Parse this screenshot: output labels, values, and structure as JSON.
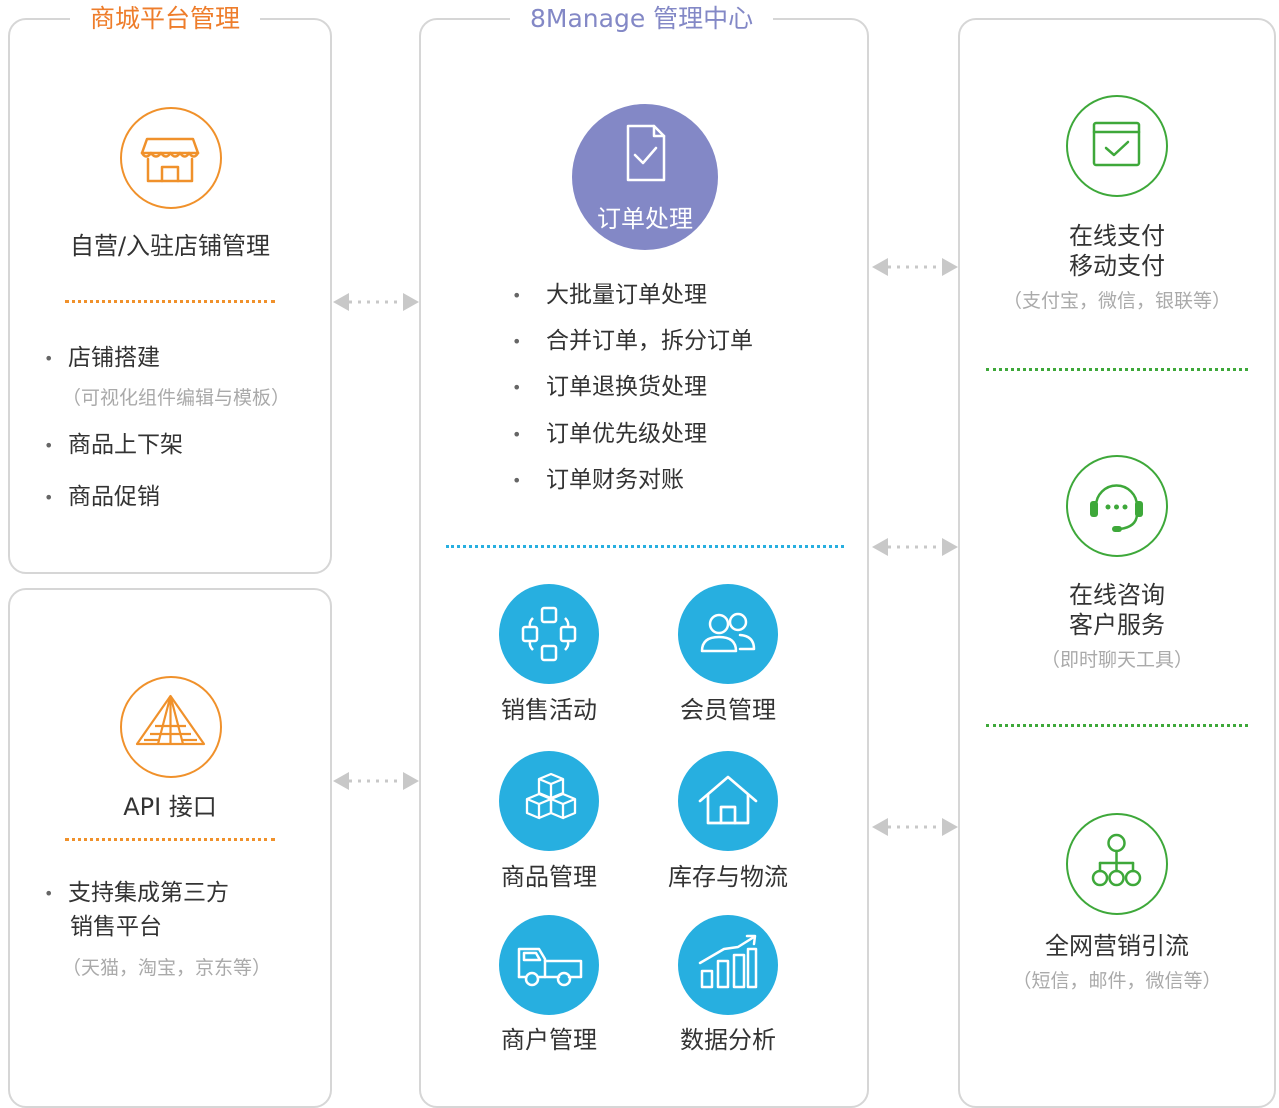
{
  "left_top": {
    "title": "商城平台管理",
    "node_label": "自营/入驻店铺管理",
    "items": [
      {
        "label": "店铺搭建",
        "sub": "（可视化组件编辑与模板）"
      },
      {
        "label": "商品上下架"
      },
      {
        "label": "商品促销"
      }
    ]
  },
  "left_bottom": {
    "node_label": "API 接口",
    "item_line1": "支持集成第三方",
    "item_line2": "销售平台",
    "item_sub": "（天猫，淘宝，京东等）"
  },
  "center": {
    "title": "8Manage 管理中心",
    "order_label": "订单处理",
    "order_items": [
      "大批量订单处理",
      "合并订单，拆分订单",
      "订单退换货处理",
      "订单优先级处理",
      "订单财务对账"
    ],
    "modules": [
      "销售活动",
      "会员管理",
      "商品管理",
      "库存与物流",
      "商户管理",
      "数据分析"
    ]
  },
  "right": {
    "payment_line1": "在线支付",
    "payment_line2": "移动支付",
    "payment_sub": "（支付宝，微信，银联等）",
    "service_line1": "在线咨询",
    "service_line2": "客户服务",
    "service_sub": "（即时聊天工具）",
    "marketing_label": "全网营销引流",
    "marketing_sub": "（短信，邮件，微信等）"
  },
  "colors": {
    "orange": "#f0912b",
    "green": "#3ea83a",
    "blue": "#27afe0",
    "purple": "#8388c6",
    "center_title": "#8388c6",
    "border": "#d6d6d6"
  }
}
